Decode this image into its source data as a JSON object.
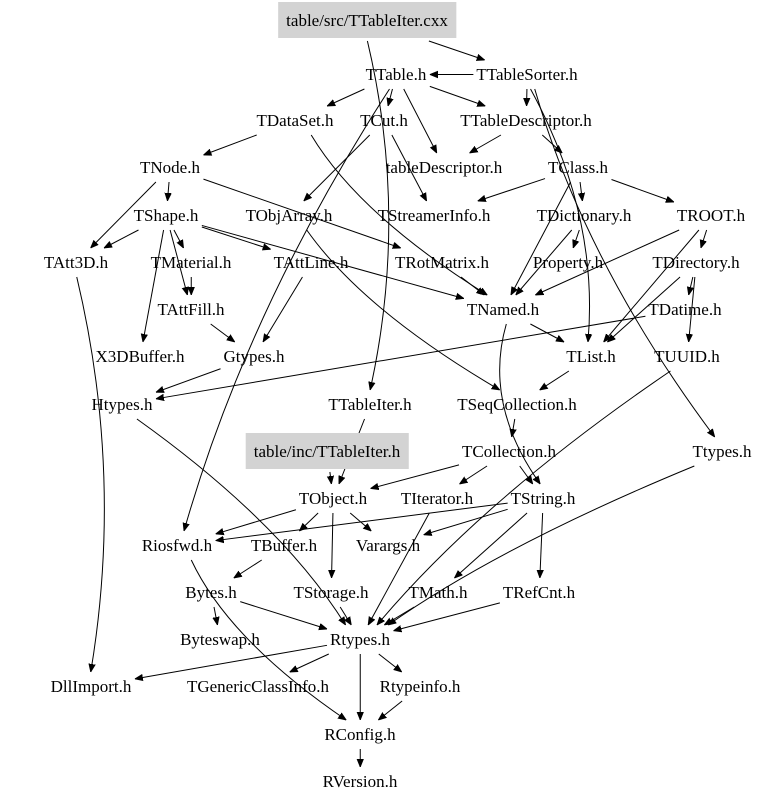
{
  "title": "Include dependency graph for table/src/TTableIter.cxx",
  "colors": {
    "highlight_box": "#d3d3d3",
    "edge": "#000000",
    "text": "#000000"
  },
  "nodes": [
    {
      "id": "src",
      "label": "table/src/TTableIter.cxx",
      "highlighted": true
    },
    {
      "id": "TTable",
      "label": "TTable.h"
    },
    {
      "id": "TTableSorter",
      "label": "TTableSorter.h"
    },
    {
      "id": "TDataSet",
      "label": "TDataSet.h"
    },
    {
      "id": "TCut",
      "label": "TCut.h"
    },
    {
      "id": "TTableDescriptor",
      "label": "TTableDescriptor.h"
    },
    {
      "id": "TNode",
      "label": "TNode.h"
    },
    {
      "id": "tableDescriptor",
      "label": "tableDescriptor.h"
    },
    {
      "id": "TClass",
      "label": "TClass.h"
    },
    {
      "id": "TShape",
      "label": "TShape.h"
    },
    {
      "id": "TObjArray",
      "label": "TObjArray.h"
    },
    {
      "id": "TStreamerInfo",
      "label": "TStreamerInfo.h"
    },
    {
      "id": "TDictionary",
      "label": "TDictionary.h"
    },
    {
      "id": "TROOT",
      "label": "TROOT.h"
    },
    {
      "id": "TAtt3D",
      "label": "TAtt3D.h"
    },
    {
      "id": "TMaterial",
      "label": "TMaterial.h"
    },
    {
      "id": "TAttLine",
      "label": "TAttLine.h"
    },
    {
      "id": "TRotMatrix",
      "label": "TRotMatrix.h"
    },
    {
      "id": "Property",
      "label": "Property.h"
    },
    {
      "id": "TDirectory",
      "label": "TDirectory.h"
    },
    {
      "id": "TAttFill",
      "label": "TAttFill.h"
    },
    {
      "id": "TNamed",
      "label": "TNamed.h"
    },
    {
      "id": "TDatime",
      "label": "TDatime.h"
    },
    {
      "id": "X3DBuffer",
      "label": "X3DBuffer.h"
    },
    {
      "id": "Gtypes",
      "label": "Gtypes.h"
    },
    {
      "id": "TList",
      "label": "TList.h"
    },
    {
      "id": "TUUID",
      "label": "TUUID.h"
    },
    {
      "id": "Htypes",
      "label": "Htypes.h"
    },
    {
      "id": "TTableIter",
      "label": "TTableIter.h"
    },
    {
      "id": "TSeqCollection",
      "label": "TSeqCollection.h"
    },
    {
      "id": "inc",
      "label": "table/inc/TTableIter.h",
      "highlighted": true
    },
    {
      "id": "TCollection",
      "label": "TCollection.h"
    },
    {
      "id": "Ttypes",
      "label": "Ttypes.h"
    },
    {
      "id": "TObject",
      "label": "TObject.h"
    },
    {
      "id": "TIterator",
      "label": "TIterator.h"
    },
    {
      "id": "TString",
      "label": "TString.h"
    },
    {
      "id": "Riosfwd",
      "label": "Riosfwd.h"
    },
    {
      "id": "TBuffer",
      "label": "TBuffer.h"
    },
    {
      "id": "Varargs",
      "label": "Varargs.h"
    },
    {
      "id": "Bytes",
      "label": "Bytes.h"
    },
    {
      "id": "TStorage",
      "label": "TStorage.h"
    },
    {
      "id": "TMath",
      "label": "TMath.h"
    },
    {
      "id": "TRefCnt",
      "label": "TRefCnt.h"
    },
    {
      "id": "Byteswap",
      "label": "Byteswap.h"
    },
    {
      "id": "Rtypes",
      "label": "Rtypes.h"
    },
    {
      "id": "DllImport",
      "label": "DllImport.h"
    },
    {
      "id": "TGenericClassInfo",
      "label": "TGenericClassInfo.h"
    },
    {
      "id": "Rtypeinfo",
      "label": "Rtypeinfo.h"
    },
    {
      "id": "RConfig",
      "label": "RConfig.h"
    },
    {
      "id": "RVersion",
      "label": "RVersion.h"
    }
  ],
  "edges": [
    [
      "src",
      "TTableSorter"
    ],
    [
      "src",
      "TTableIter"
    ],
    [
      "TTable",
      "TDataSet"
    ],
    [
      "TTable",
      "TCut"
    ],
    [
      "TTable",
      "tableDescriptor"
    ],
    [
      "TTable",
      "TTableDescriptor"
    ],
    [
      "TTable",
      "Riosfwd"
    ],
    [
      "TTableSorter",
      "TTable"
    ],
    [
      "TTableSorter",
      "TTableDescriptor"
    ],
    [
      "TTableSorter",
      "TList"
    ],
    [
      "TTableSorter",
      "Ttypes"
    ],
    [
      "TDataSet",
      "TNode"
    ],
    [
      "TDataSet",
      "TNamed"
    ],
    [
      "TCut",
      "TObjArray"
    ],
    [
      "TCut",
      "TStreamerInfo"
    ],
    [
      "TTableDescriptor",
      "tableDescriptor"
    ],
    [
      "TTableDescriptor",
      "TClass"
    ],
    [
      "TNode",
      "TShape"
    ],
    [
      "TNode",
      "TAtt3D"
    ],
    [
      "TNode",
      "TRotMatrix"
    ],
    [
      "TClass",
      "TStreamerInfo"
    ],
    [
      "TClass",
      "TDictionary"
    ],
    [
      "TClass",
      "TROOT"
    ],
    [
      "TClass",
      "TNamed"
    ],
    [
      "TShape",
      "TAtt3D"
    ],
    [
      "TShape",
      "TMaterial"
    ],
    [
      "TShape",
      "TAttFill"
    ],
    [
      "TShape",
      "TAttLine"
    ],
    [
      "TShape",
      "X3DBuffer"
    ],
    [
      "TShape",
      "TNamed"
    ],
    [
      "TObjArray",
      "TSeqCollection"
    ],
    [
      "TDictionary",
      "Property"
    ],
    [
      "TDictionary",
      "TNamed"
    ],
    [
      "TROOT",
      "TDirectory"
    ],
    [
      "TROOT",
      "TNamed"
    ],
    [
      "TROOT",
      "TList"
    ],
    [
      "TMaterial",
      "TAttFill"
    ],
    [
      "TAttLine",
      "Gtypes"
    ],
    [
      "TRotMatrix",
      "TNamed"
    ],
    [
      "TDirectory",
      "TDatime"
    ],
    [
      "TDirectory",
      "TUUID"
    ],
    [
      "TDirectory",
      "TList"
    ],
    [
      "TAttFill",
      "Gtypes"
    ],
    [
      "TNamed",
      "TList"
    ],
    [
      "TNamed",
      "TString"
    ],
    [
      "TList",
      "TSeqCollection"
    ],
    [
      "TDatime",
      "Htypes"
    ],
    [
      "Gtypes",
      "Htypes"
    ],
    [
      "TUUID",
      "Rtypes"
    ],
    [
      "Htypes",
      "Rtypes"
    ],
    [
      "TTableIter",
      "TObject"
    ],
    [
      "TSeqCollection",
      "TCollection"
    ],
    [
      "inc",
      "TObject"
    ],
    [
      "TCollection",
      "TObject"
    ],
    [
      "TCollection",
      "TIterator"
    ],
    [
      "TCollection",
      "TString"
    ],
    [
      "Ttypes",
      "Rtypes"
    ],
    [
      "TObject",
      "Riosfwd"
    ],
    [
      "TObject",
      "TBuffer"
    ],
    [
      "TObject",
      "Varargs"
    ],
    [
      "TObject",
      "TStorage"
    ],
    [
      "TIterator",
      "Rtypes"
    ],
    [
      "TString",
      "TMath"
    ],
    [
      "TString",
      "TRefCnt"
    ],
    [
      "TString",
      "Riosfwd"
    ],
    [
      "TString",
      "Varargs"
    ],
    [
      "Riosfwd",
      "RConfig"
    ],
    [
      "TBuffer",
      "Bytes"
    ],
    [
      "Bytes",
      "Byteswap"
    ],
    [
      "Bytes",
      "Rtypes"
    ],
    [
      "TStorage",
      "Rtypes"
    ],
    [
      "TMath",
      "Rtypes"
    ],
    [
      "TRefCnt",
      "Rtypes"
    ],
    [
      "Rtypes",
      "DllImport"
    ],
    [
      "Rtypes",
      "TGenericClassInfo"
    ],
    [
      "Rtypes",
      "RConfig"
    ],
    [
      "Rtypes",
      "Rtypeinfo"
    ],
    [
      "Rtypeinfo",
      "RConfig"
    ],
    [
      "RConfig",
      "RVersion"
    ],
    [
      "TAtt3D",
      "DllImport"
    ]
  ]
}
